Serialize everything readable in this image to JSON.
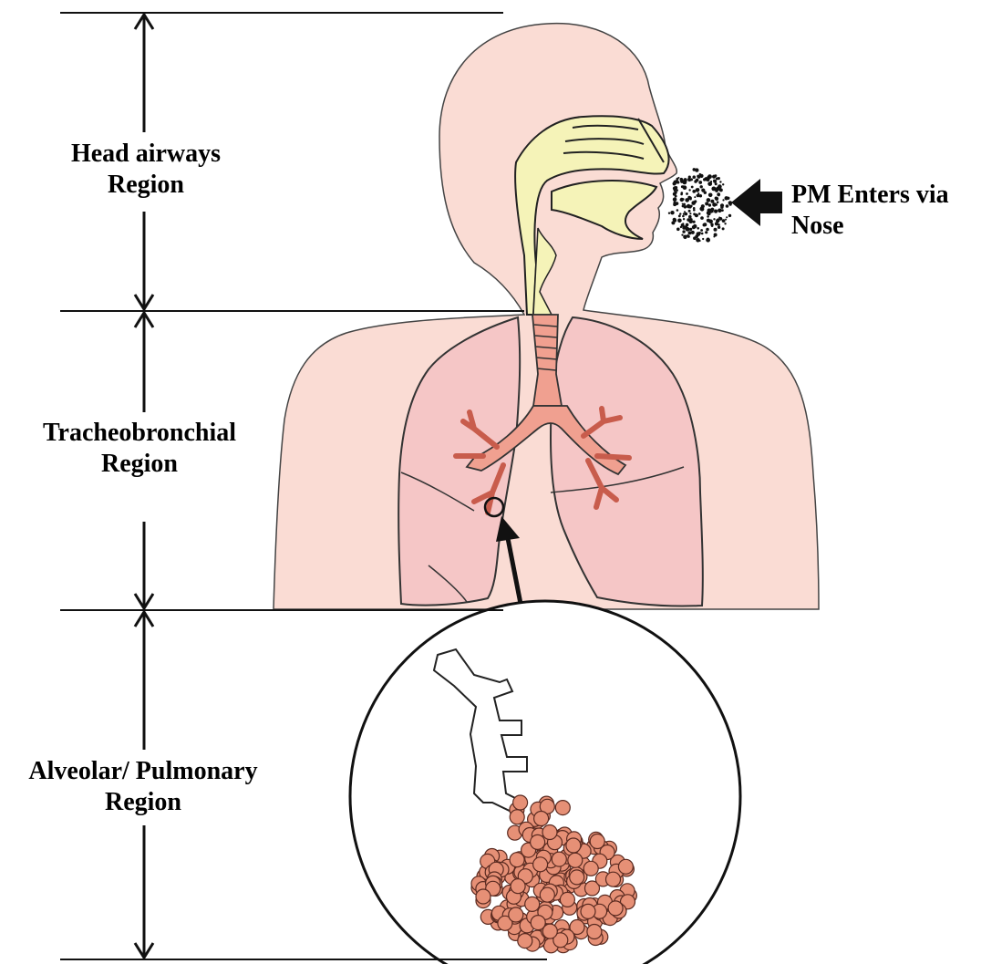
{
  "regions": {
    "head": {
      "line1": "Head airways",
      "line2": "Region"
    },
    "tracheobronchial": {
      "line1": "Tracheobronchial",
      "line2": "Region"
    },
    "alveolar": {
      "line1": "Alveolar/ Pulmonary",
      "line2": "Region"
    }
  },
  "entry": {
    "line1": "PM Enters via",
    "line2": "Nose"
  },
  "colors": {
    "skin": "#fadcd4",
    "airway": "#f5f3b8",
    "lung": "#f5c6c6",
    "bronchi": "#f0a090",
    "alveoli": "#e69076",
    "ink": "#111111"
  }
}
